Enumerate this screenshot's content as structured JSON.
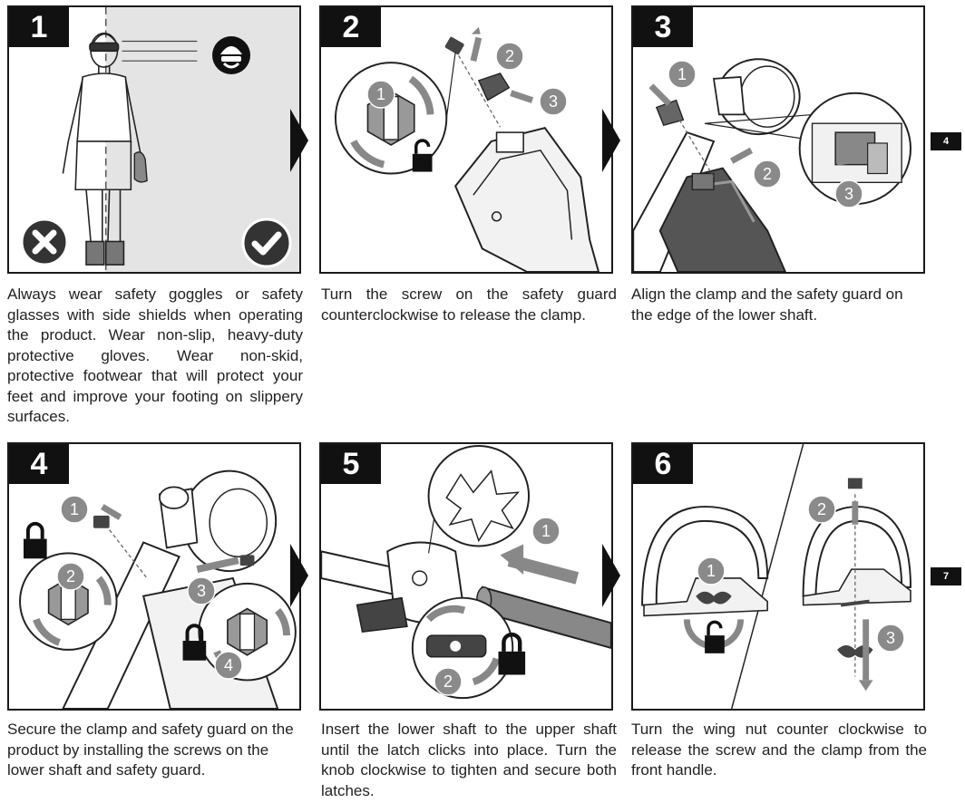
{
  "steps": [
    {
      "number": "1",
      "caption": "Always wear safety goggles or safety glasses with side shields when operating the product. Wear non-slip, heavy-duty protective gloves. Wear non-skid, protective footwear that will protect your feet and improve your footing on slippery surfaces."
    },
    {
      "number": "2",
      "caption": "Turn the screw on the safety guard counterclockwise to release the clamp."
    },
    {
      "number": "3",
      "caption": "Align the clamp and the safety guard on the edge of the lower shaft."
    },
    {
      "number": "4",
      "caption": "Secure the clamp and safety guard on the product by installing the screws on the lower shaft and safety guard."
    },
    {
      "number": "5",
      "caption": "Insert the lower shaft to the upper shaft until the latch clicks into place. Turn the knob clockwise to tighten and secure both latches."
    },
    {
      "number": "6",
      "caption": "Turn the wing nut counter clockwise to release the screw and the clamp from the front handle."
    }
  ],
  "callouts": {
    "step2": [
      "1",
      "2",
      "3"
    ],
    "step3": [
      "1",
      "2",
      "3"
    ],
    "step4": [
      "1",
      "2",
      "3",
      "4"
    ],
    "step5": [
      "1",
      "2"
    ],
    "step6": [
      "1",
      "2",
      "3"
    ]
  },
  "page_refs": {
    "after_row1": "4",
    "after_row2": "7"
  },
  "icons": {
    "step1": [
      "helmet-goggles-icon",
      "incorrect-icon",
      "correct-icon"
    ],
    "locks": [
      "unlock-icon",
      "lock-icon"
    ]
  },
  "colors": {
    "ink": "#111111",
    "panel_shade": "#e4e4e4",
    "callout_gray": "#8a8a8a"
  }
}
